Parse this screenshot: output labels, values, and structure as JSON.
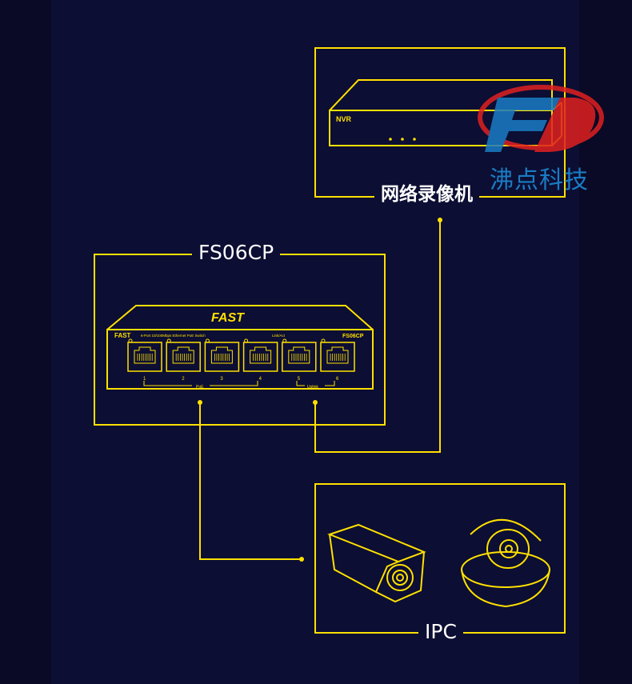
{
  "labels": {
    "nvr_caption": "网络录像机",
    "switch_caption": "FS06CP",
    "ipc_caption": "IPC"
  },
  "nvr_device": {
    "face_text": "NVR"
  },
  "switch_device": {
    "brand_top": "FAST",
    "brand_front": "FAST",
    "description": "6-Port 10/100Mbps Ethernet PoE Switch",
    "status_label": "Link/Act",
    "model": "FS06CP",
    "port_numbers": [
      "1",
      "2",
      "3",
      "4",
      "5",
      "6"
    ],
    "poe_group": "PoE",
    "uplink_group": "Uplink"
  },
  "watermark": {
    "text": "沸点科技"
  },
  "colors": {
    "accent": "#ffe000",
    "background": "#0c0e33",
    "label": "#ffffff",
    "watermark_blue": "#1a7cc4",
    "watermark_red": "#e02020"
  }
}
